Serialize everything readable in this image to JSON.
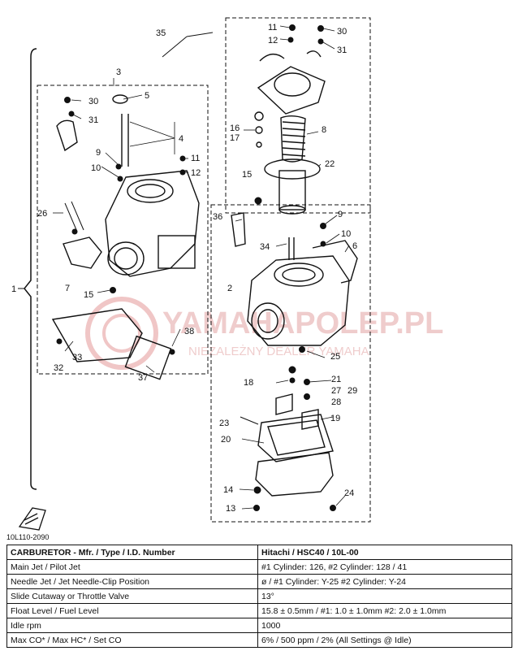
{
  "watermark": {
    "brand": "YAMAHAPOLEP.PL",
    "tagline": "NIEZALEŻNY DEALER YAMAHA",
    "color": "#e9b7b7"
  },
  "diagram": {
    "callouts": [
      "35",
      "3",
      "30",
      "5",
      "31",
      "4",
      "9",
      "11",
      "12",
      "10",
      "26",
      "7",
      "1",
      "15",
      "33",
      "32",
      "37",
      "38",
      "11",
      "30",
      "12",
      "31",
      "16",
      "17",
      "8",
      "22",
      "15",
      "36",
      "9",
      "10",
      "34",
      "6",
      "2",
      "25",
      "18",
      "21",
      "27",
      "29",
      "28",
      "23",
      "19",
      "20",
      "14",
      "13",
      "24"
    ]
  },
  "doc_code": "10L110-2090",
  "spec_table": {
    "header": {
      "label": "CARBURETOR - Mfr. / Type / I.D. Number",
      "value": "Hitachi / HSC40 / 10L-00"
    },
    "rows": [
      {
        "label": "Main Jet / Pilot Jet",
        "value": "#1 Cylinder: 126, #2 Cylinder: 128 / 41"
      },
      {
        "label": "Needle Jet / Jet Needle-Clip Position",
        "value": "ø / #1 Cylinder: Y-25     #2 Cylinder: Y-24"
      },
      {
        "label": "Slide Cutaway or Throttle Valve",
        "value": "13°"
      },
      {
        "label": "Float Level / Fuel Level",
        "value": "15.8 ± 0.5mm / #1: 1.0 ± 1.0mm     #2: 2.0 ± 1.0mm"
      },
      {
        "label": "Idle rpm",
        "value": "1000"
      },
      {
        "label": "Max CO* / Max HC* / Set CO",
        "value": "6% / 500 ppm / 2% (All Settings @ Idle)"
      }
    ]
  }
}
